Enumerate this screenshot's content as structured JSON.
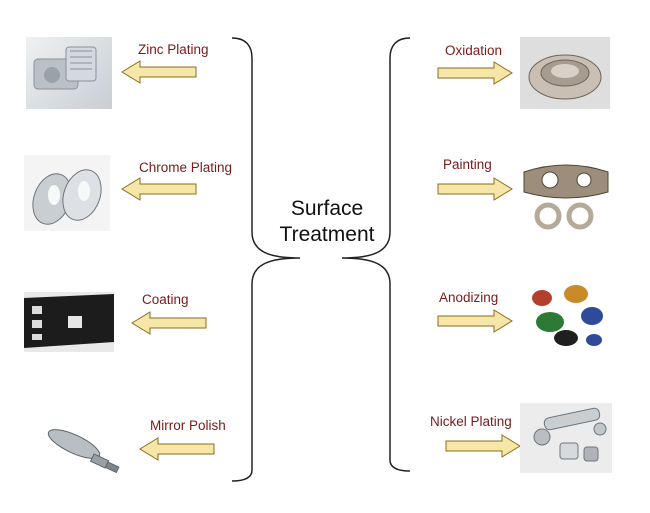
{
  "center": {
    "line1": "Surface",
    "line2": "Treatment"
  },
  "left": [
    {
      "label": "Zinc Plating",
      "icon": "elbow-fitting-photo"
    },
    {
      "label": "Chrome Plating",
      "icon": "chrome-parts-photo"
    },
    {
      "label": "Coating",
      "icon": "black-bracket-photo"
    },
    {
      "label": "Mirror Polish",
      "icon": "polished-handle-photo"
    }
  ],
  "right": [
    {
      "label": "Oxidation",
      "icon": "oxidized-disc-photo"
    },
    {
      "label": "Painting",
      "icon": "painted-bracket-photo"
    },
    {
      "label": "Anodizing",
      "icon": "anodized-bushings-photo"
    },
    {
      "label": "Nickel Plating",
      "icon": "nickel-fittings-photo"
    }
  ],
  "colors": {
    "arrow_fill": "#f6e6a8",
    "arrow_stroke": "#8a6d1c",
    "label_text": "#7a1a1a",
    "bracket": "#222222"
  }
}
